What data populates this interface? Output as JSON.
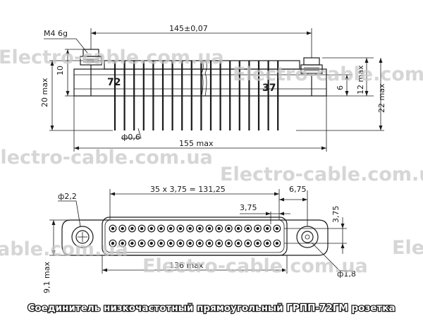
{
  "caption": "Соединитель низкочастотный прямоугольный ГРПП-72ГМ розетка",
  "watermark": "Electro-cable.com.ua",
  "side_view": {
    "thread": "M4 6g",
    "length_145": "145±0,07",
    "dim_10": "10",
    "dim_20max": "20 max",
    "pin_label_left": "72",
    "pin_label_right": "37",
    "dim_6": "6",
    "dim_12max": "12 max",
    "dim_22max": "22 max",
    "pin_diameter": "ф0,6",
    "length_155max": "155 max"
  },
  "front_view": {
    "hole_diameter": "ф2,2",
    "pitch_total": "35 x 3,75 = 131,25",
    "dim_675": "6,75",
    "dim_375h": "3,75",
    "dim_375v": "3,75",
    "dim_91max": "9,1 max",
    "length_136max": "136 max",
    "hole_diameter_small": "ф1,8"
  }
}
